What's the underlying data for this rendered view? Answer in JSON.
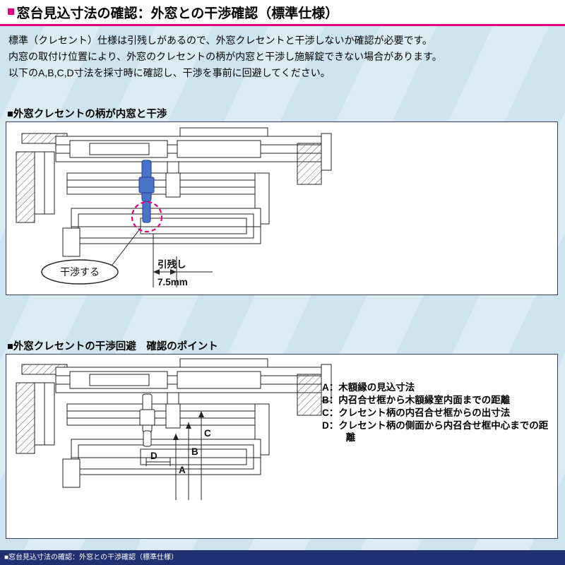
{
  "header": {
    "bullet": "■",
    "title": "窓台見込寸法の確認：外窓との干渉確認（標準仕様）"
  },
  "intro": {
    "lines": [
      "標準（クレセント）仕様は引残しがあるので、外窓クレセントと干渉しないか確認が必要です。",
      "内窓の取付け位置により、外窓のクレセントの柄が内窓と干渉し施解錠できない場合があります。",
      "以下のA,B,C,D寸法を採寸時に確認し、干渉を事前に回避してください。"
    ]
  },
  "section_interference": {
    "heading": "■外窓クレセントの柄が内窓と干渉",
    "callout": "干渉する",
    "dim_label": "引残し",
    "dim_value": "7.5mm"
  },
  "section_avoidance": {
    "heading": "■外窓クレセントの干渉回避　確認のポイント",
    "dim_letters": [
      "A",
      "B",
      "C",
      "D"
    ],
    "legend": [
      "A：木額縁の見込寸法",
      "B：内召合せ框から木額縁室内面までの距離",
      "C：クレセント柄の内召合せ框からの出寸法",
      "D：クレセント柄の側面から内召合せ框中心までの距離"
    ]
  },
  "footer": {
    "text": "■窓台見込寸法の確認：外窓との干渉確認（標準仕様）"
  },
  "colors": {
    "accent": "#e4007f",
    "background": "#cde4ef",
    "handle_blue": "#4b72c9",
    "footer_navy": "#203070"
  }
}
